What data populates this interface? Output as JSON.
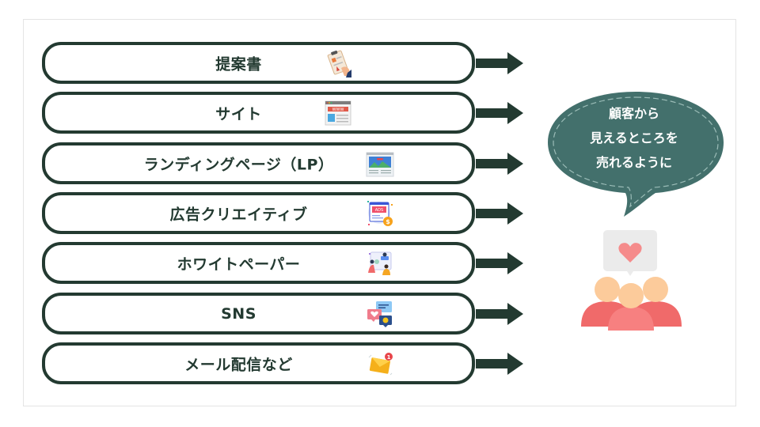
{
  "items": [
    {
      "label": "提案書",
      "icon": "proposal-document-icon"
    },
    {
      "label": "サイト",
      "icon": "website-icon"
    },
    {
      "label": "ランディングページ（LP）",
      "icon": "landing-page-icon"
    },
    {
      "label": "広告クリエイティブ",
      "icon": "ad-creative-icon"
    },
    {
      "label": "ホワイトペーパー",
      "icon": "whitepaper-icon"
    },
    {
      "label": "SNS",
      "icon": "sns-chat-icon"
    },
    {
      "label": "メール配信など",
      "icon": "email-icon"
    }
  ],
  "bubble": {
    "lines": [
      "顧客から",
      "見えるところを",
      "売れるように"
    ]
  },
  "website_icon_text": "WWW",
  "ads_icon_text": "ADS",
  "dollar_text": "$",
  "mail_badge_count": "1",
  "colors": {
    "pill_border": "#233a31",
    "bubble_fill": "#43706c",
    "people_red": "#f06a6a",
    "people_skin": "#fccb9b",
    "heart": "#f58b8b"
  }
}
